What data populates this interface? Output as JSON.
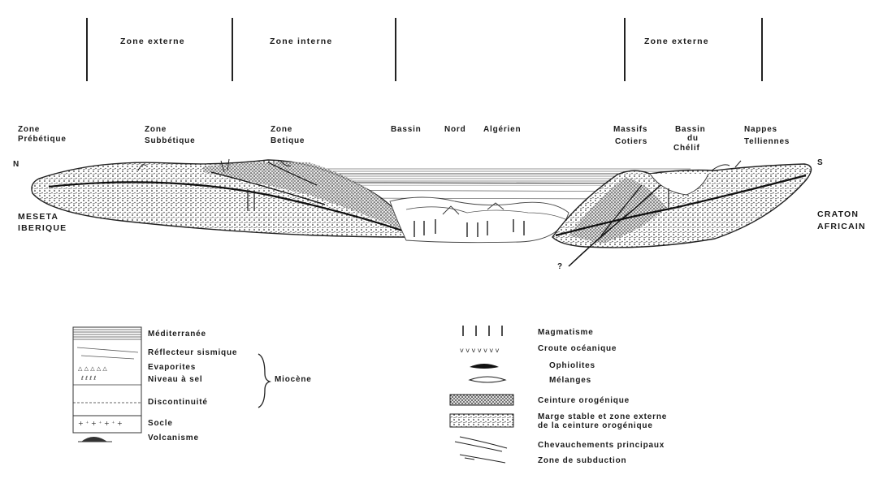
{
  "zones_top": {
    "left_externe": "Zone externe",
    "interne": "Zone interne",
    "right_externe": "Zone externe"
  },
  "regions": {
    "prebetique_1": "Zone",
    "prebetique_2": "Prébétique",
    "subbetique_1": "Zone",
    "subbetique_2": "Subbétique",
    "betique_1": "Zone",
    "betique_2": "Betique",
    "bassin_1": "Bassin",
    "bassin_2": "Nord",
    "bassin_3": "Algérien",
    "massifs_1": "Massifs",
    "massifs_2": "Cotiers",
    "chelif_1": "Bassin",
    "chelif_2": "du",
    "chelif_3": "Chélif",
    "nappes_1": "Nappes",
    "nappes_2": "Telliennes"
  },
  "orientation": {
    "north": "N",
    "south": "S"
  },
  "margins": {
    "left_1": "MESETA",
    "left_2": "IBERIQUE",
    "right_1": "CRATON",
    "right_2": "AFRICAIN"
  },
  "question_mark": "?",
  "legend_left": {
    "mediterranee": "Méditerranée",
    "reflecteur": "Réflecteur sismique",
    "evaporites": "Evaporites",
    "niveau_sel": "Niveau à sel",
    "discontinuite": "Discontinuité",
    "socle": "Socle",
    "volcanisme": "Volcanisme",
    "miocene": "Miocène"
  },
  "legend_right": {
    "magmatisme": "Magmatisme",
    "croute": "Croute océanique",
    "ophiolites": "Ophiolites",
    "melanges": "Mélanges",
    "ceinture": "Ceinture orogénique",
    "marge_1": "Marge stable et zone externe",
    "marge_2": "de la ceinture orogénique",
    "chevauchements": "Chevauchements principaux",
    "subduction": "Zone de subduction"
  }
}
